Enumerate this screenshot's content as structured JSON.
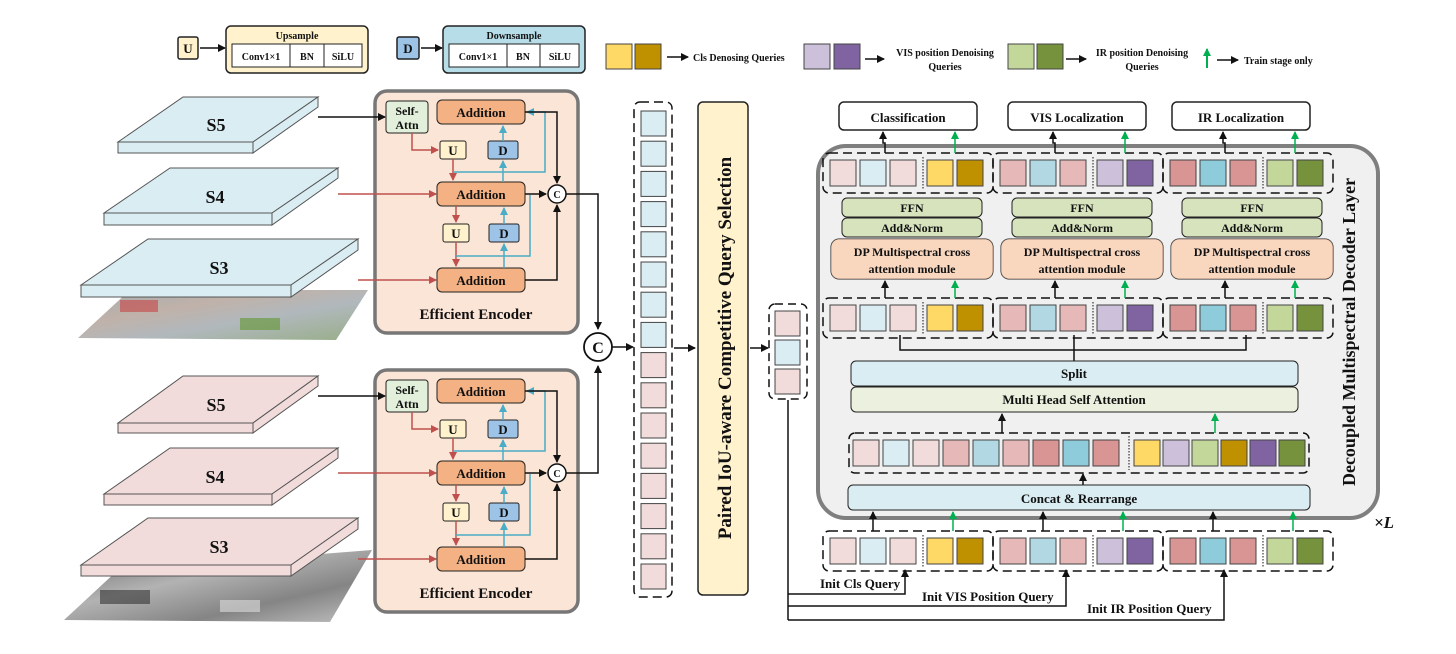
{
  "colors": {
    "blue_light": "#d9edf3",
    "blue_mid": "#b2d8e3",
    "blue_dark": "#8ecbdb",
    "pink_light": "#f2dcdb",
    "pink_mid": "#e6b8b7",
    "pink_dark": "#d99594",
    "cls_yellow": "#ffd966",
    "cls_gold": "#bf9000",
    "vis_lavender": "#ccc0da",
    "vis_purple": "#8064a2",
    "ir_lightgreen": "#c4d79b",
    "ir_green": "#76923c",
    "encoder_bg": "#fbe5d6",
    "addition_fill": "#f4b183",
    "upsample_fill": "#fff2cc",
    "downsample_fill": "#9dc3e6",
    "selfattn_fill": "#e2efda",
    "ffn_fill": "#d6e3bc",
    "decoder_bg": "#f0f0f0",
    "selection_fill": "#fff2cc",
    "red_arrow": "#c0504d",
    "blue_arrow": "#4bacc6",
    "green_arrow": "#00b050"
  },
  "legend": {
    "upsample": {
      "tag": "U",
      "title": "Upsample",
      "cells": [
        "Conv1×1",
        "BN",
        "SiLU"
      ]
    },
    "downsample": {
      "tag": "D",
      "title": "Downsample",
      "cells": [
        "Conv1×1",
        "BN",
        "SiLU"
      ]
    },
    "cls_denoising": "Cls Denosing Queries",
    "vis_denoising": [
      "VIS position Denoising",
      "Queries"
    ],
    "ir_denoising": [
      "IR position Denoising",
      "Queries"
    ],
    "train_only": "Train stage only"
  },
  "backbone": {
    "vis_levels": [
      "S5",
      "S4",
      "S3"
    ],
    "ir_levels": [
      "S5",
      "S4",
      "S3"
    ]
  },
  "encoder": {
    "title": "Efficient Encoder",
    "self_attn": [
      "Self-",
      "Attn"
    ],
    "addition": "Addition",
    "up": "U",
    "down": "D",
    "concat_small": "C",
    "concat_big": "C"
  },
  "selection": {
    "label": "Paired IoU-aware Competitive Query Selection"
  },
  "decoder": {
    "title": "Decoupled Multispectral Decoder Layer",
    "repeat": "×L",
    "heads": [
      "Classification",
      "VIS Localization",
      "IR Localization"
    ],
    "ffn": "FFN",
    "addnorm": "Add&Norm",
    "cross_attn": [
      "DP Multispectral cross",
      "attention module"
    ],
    "split": "Split",
    "mhsa": "Multi Head Self Attention",
    "concat": "Concat & Rearrange"
  },
  "init_queries": [
    "Init Cls Query",
    "Init VIS Position Query",
    "Init IR Position Query"
  ]
}
